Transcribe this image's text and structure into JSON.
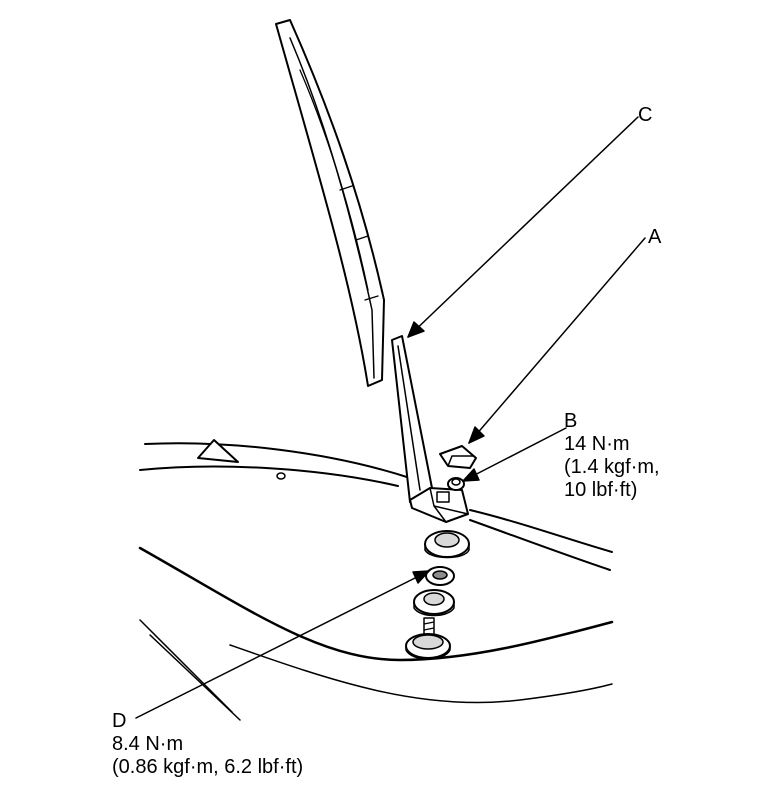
{
  "callouts": {
    "a": {
      "letter": "A"
    },
    "b": {
      "letter": "B",
      "torque_nm": "14 N·m",
      "torque_kgf": "(1.4 kgf·m,",
      "torque_lbf": "10 lbf·ft)"
    },
    "c": {
      "letter": "C"
    },
    "d": {
      "letter": "D",
      "torque_nm": "8.4 N·m",
      "torque_alt": "(0.86 kgf·m, 6.2 lbf·ft)"
    }
  },
  "colors": {
    "line": "#000000",
    "fill": "#ffffff",
    "shade": "#d9d9d9",
    "dark": "#8c8c8c"
  }
}
